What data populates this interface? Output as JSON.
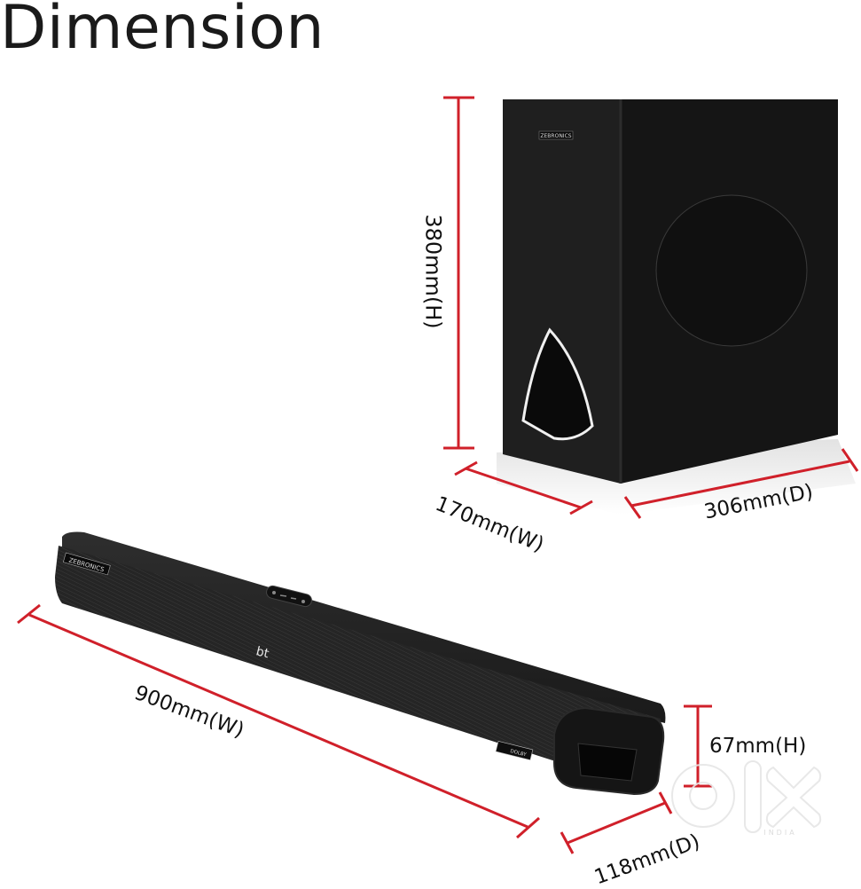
{
  "page": {
    "title": "Dimension"
  },
  "colors": {
    "dimension_line": "#d0202a",
    "product_body": "#1c1c1c",
    "title_text": "#1a1a1a"
  },
  "subwoofer": {
    "brand": "ZEBRONICS",
    "height_label": "380mm(H)",
    "width_label": "170mm(W)",
    "depth_label": "306mm(D)"
  },
  "soundbar": {
    "brand": "ZEBRONICS",
    "bt_badge": "bt",
    "dolby_badge": "DOLBY",
    "width_label": "900mm(W)",
    "height_label": "67mm(H)",
    "depth_label": "118mm(D)"
  },
  "watermark": {
    "logo": "olx",
    "region": "INDIA"
  }
}
